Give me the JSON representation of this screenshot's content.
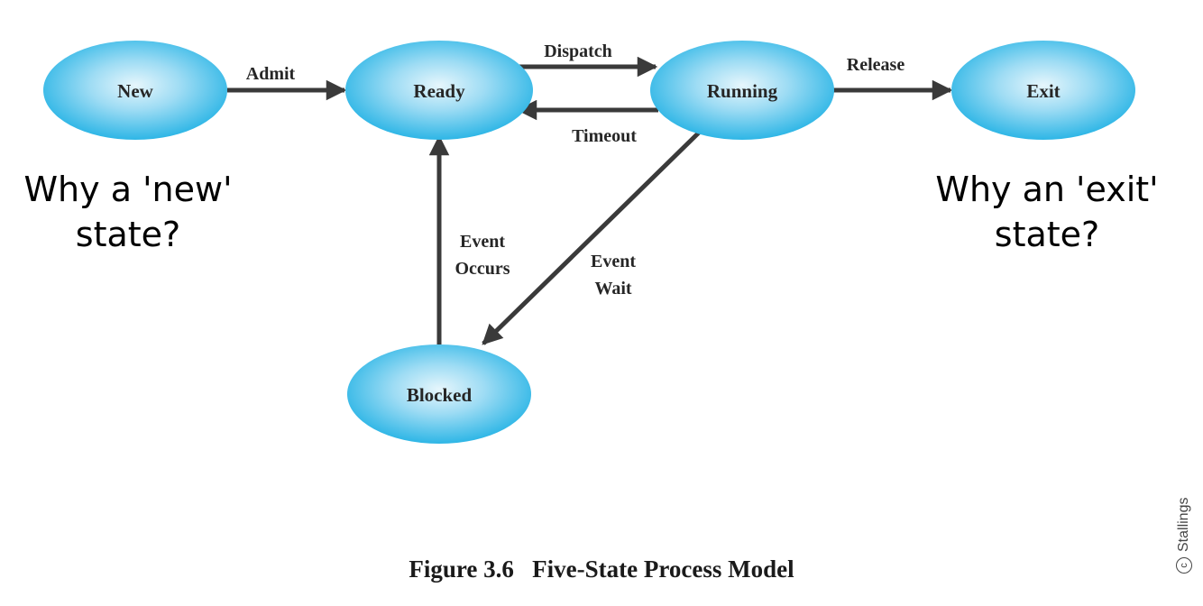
{
  "diagram": {
    "states": {
      "new": "New",
      "ready": "Ready",
      "running": "Running",
      "exit": "Exit",
      "blocked": "Blocked"
    },
    "transitions": {
      "admit": "Admit",
      "dispatch": "Dispatch",
      "timeout": "Timeout",
      "release": "Release",
      "event_occurs_line1": "Event",
      "event_occurs_line2": "Occurs",
      "event_wait_line1": "Event",
      "event_wait_line2": "Wait"
    },
    "caption": "Figure 3.6   Five-State Process Model"
  },
  "notes": {
    "new_line1": "Why a 'new'",
    "new_line2": "state?",
    "exit_line1": "Why an 'exit'",
    "exit_line2": "state?"
  },
  "watermark": {
    "symbol": "c",
    "text": "Stallings"
  },
  "colors": {
    "state_fill_center": "#e6f6fc",
    "state_fill_edge": "#2eb6e6",
    "arrow": "#3a3a3a"
  }
}
